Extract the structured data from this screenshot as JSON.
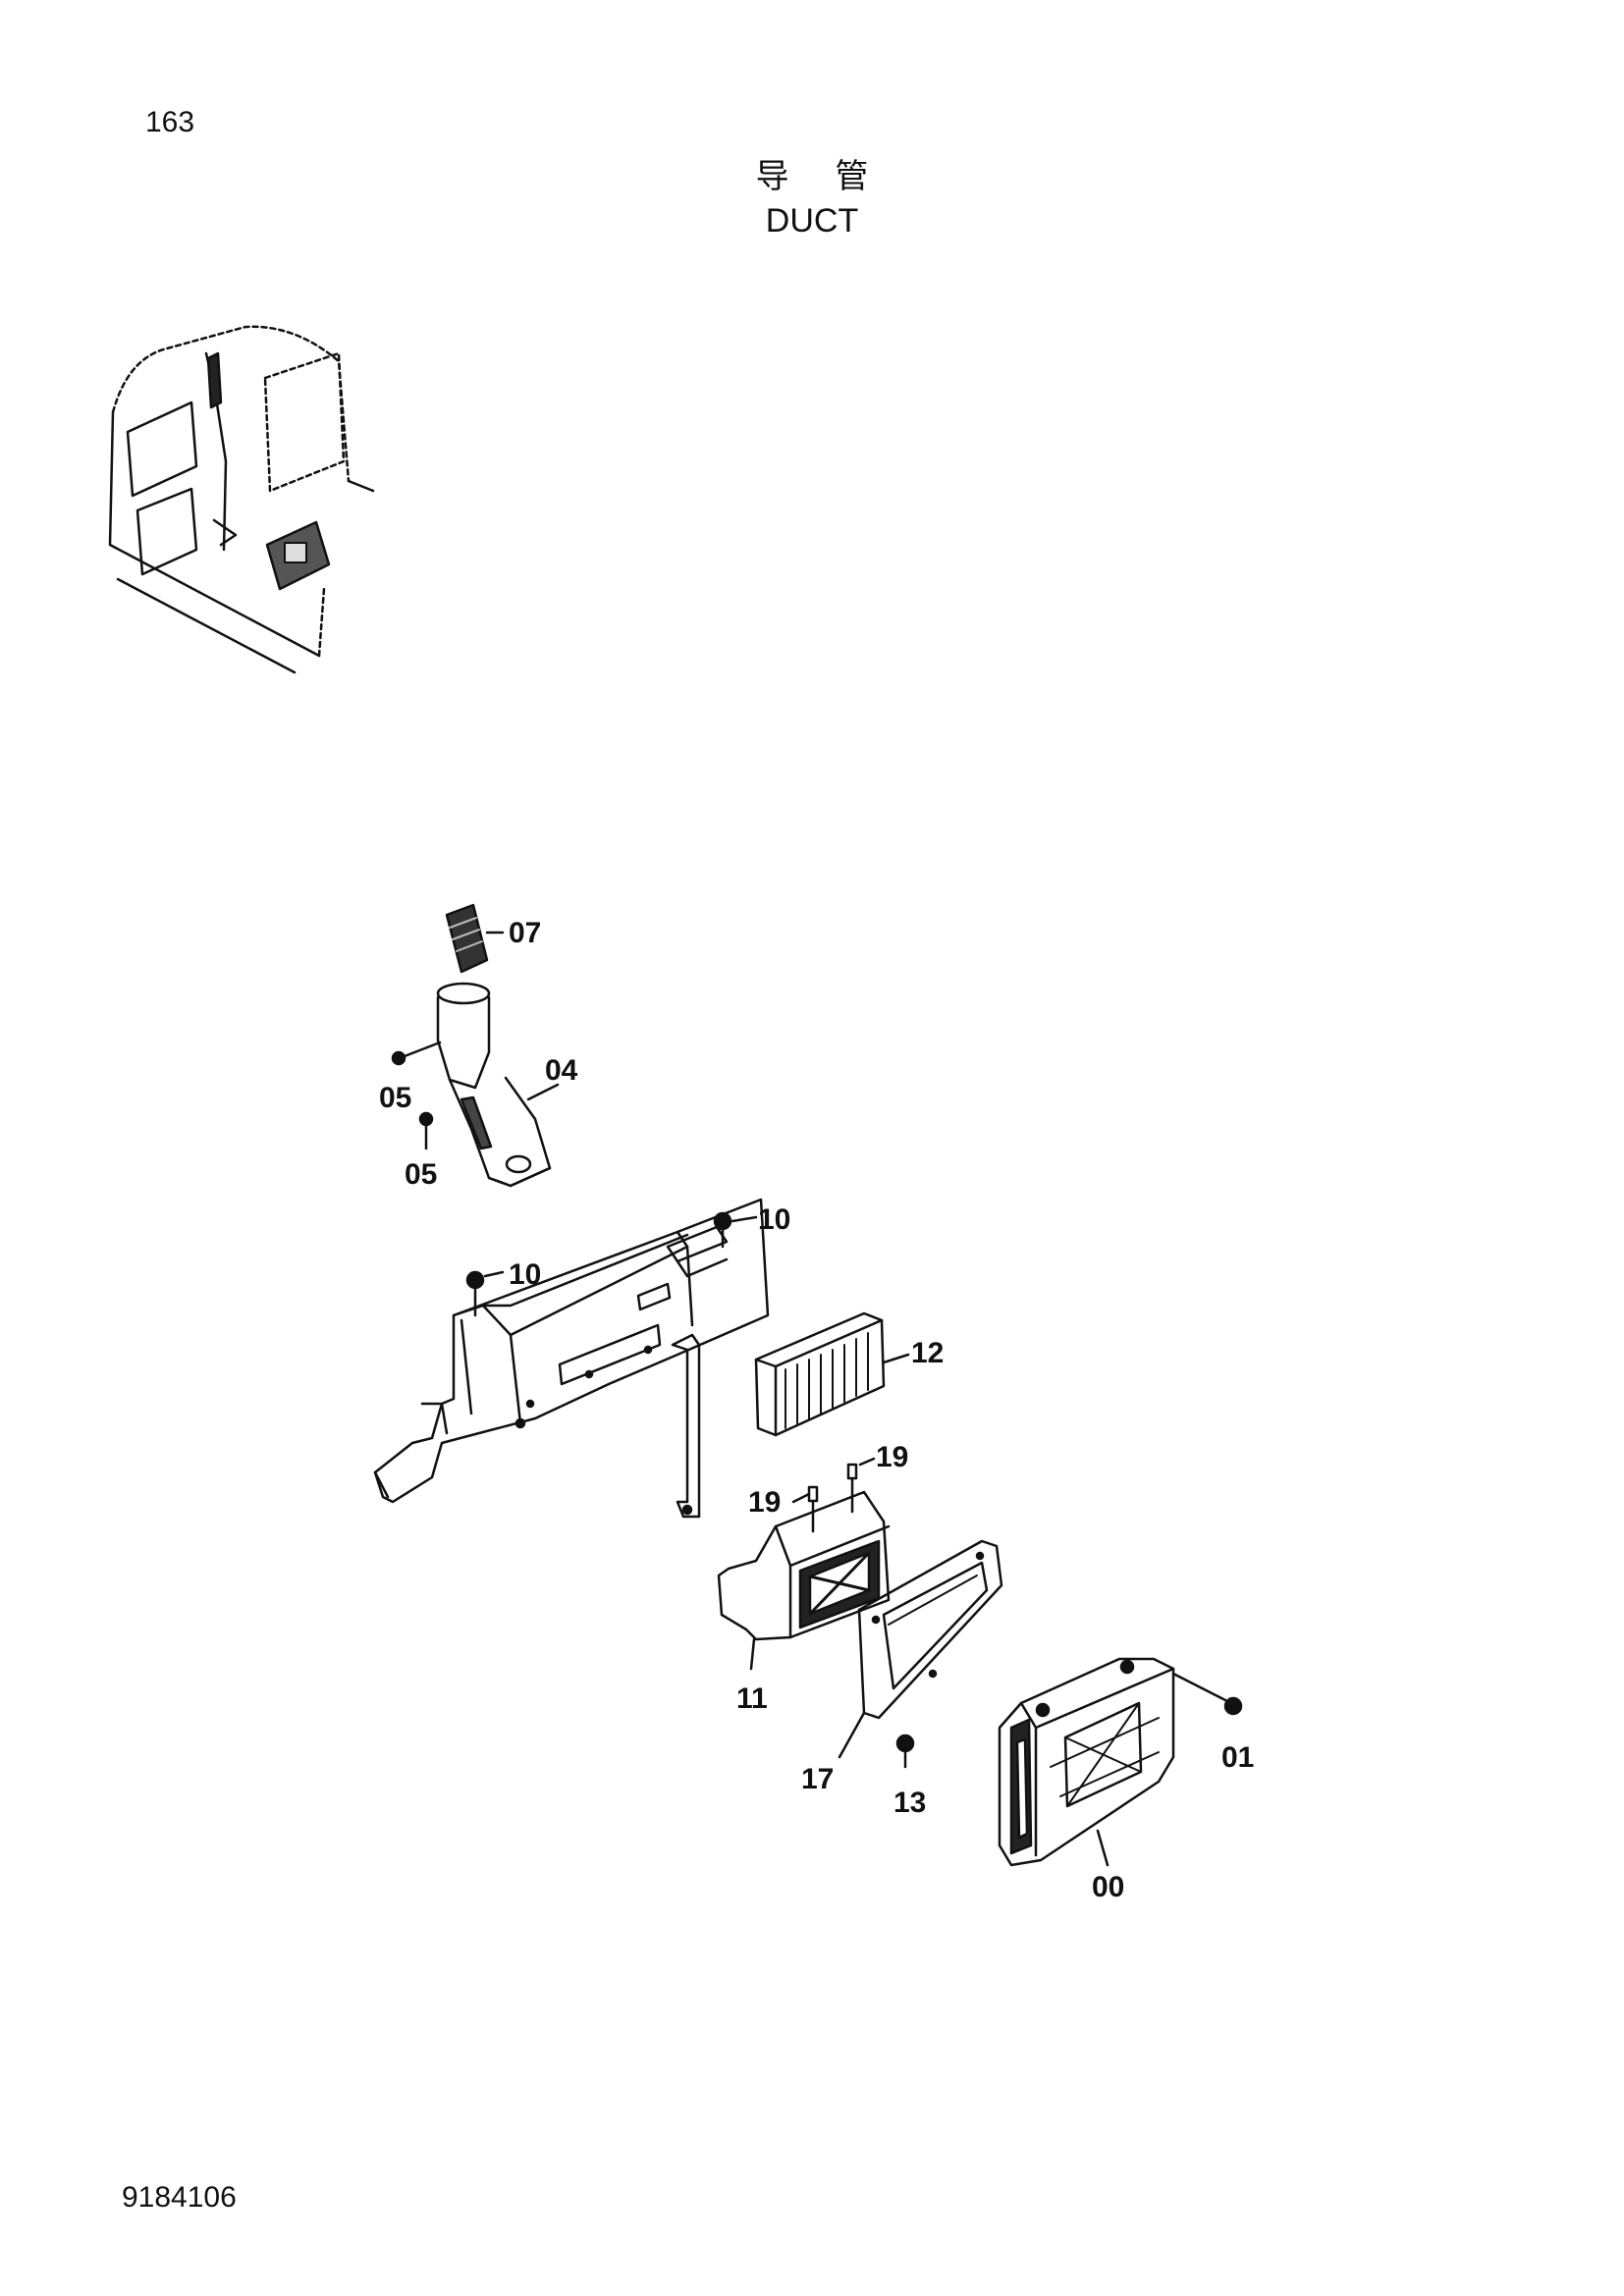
{
  "page_number": "163",
  "title_cn": "导 管",
  "title_en": "DUCT",
  "document_id": "9184106",
  "callouts": {
    "c07": "07",
    "c05a": "05",
    "c04": "04",
    "c05b": "05",
    "c10a": "10",
    "c10b": "10",
    "c12": "12",
    "c19a": "19",
    "c19b": "19",
    "c11": "11",
    "c17": "17",
    "c13": "13",
    "c01": "01",
    "c00": "00"
  }
}
